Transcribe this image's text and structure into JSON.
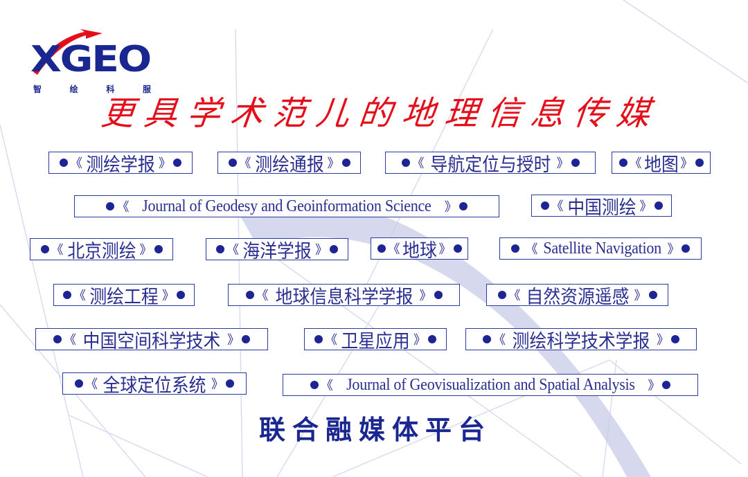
{
  "brand": {
    "logo_text": "XGEO",
    "logo_subtitle": [
      "智",
      "绘",
      "科",
      "服"
    ],
    "colors": {
      "navy": "#1b2790",
      "red": "#e3101b",
      "lavender": "#c8cbe8"
    }
  },
  "slogan": "更具学术范儿的地理信息传媒",
  "journals": [
    {
      "id": "j1",
      "name": "测绘学报"
    },
    {
      "id": "j2",
      "name": "测绘通报"
    },
    {
      "id": "j3",
      "name": "导航定位与授时"
    },
    {
      "id": "j4",
      "name": "地图"
    },
    {
      "id": "j5",
      "name": "Journal of Geodesy and Geoinformation Science"
    },
    {
      "id": "j6",
      "name": "中国测绘"
    },
    {
      "id": "j7",
      "name": "北京测绘"
    },
    {
      "id": "j8",
      "name": "海洋学报"
    },
    {
      "id": "j9",
      "name": "地球"
    },
    {
      "id": "j10",
      "name": "Satellite Navigation"
    },
    {
      "id": "j11",
      "name": "测绘工程"
    },
    {
      "id": "j12",
      "name": "地球信息科学学报"
    },
    {
      "id": "j13",
      "name": "自然资源遥感"
    },
    {
      "id": "j14",
      "name": "中国空间科学技术"
    },
    {
      "id": "j15",
      "name": "卫星应用"
    },
    {
      "id": "j16",
      "name": "测绘科学技术学报"
    },
    {
      "id": "j17",
      "name": "全球定位系统"
    },
    {
      "id": "j18",
      "name": "Journal of Geovisualization and Spatial Analysis"
    }
  ],
  "quote_open": "《",
  "quote_close": "》",
  "footer_title": "联合融媒体平台"
}
